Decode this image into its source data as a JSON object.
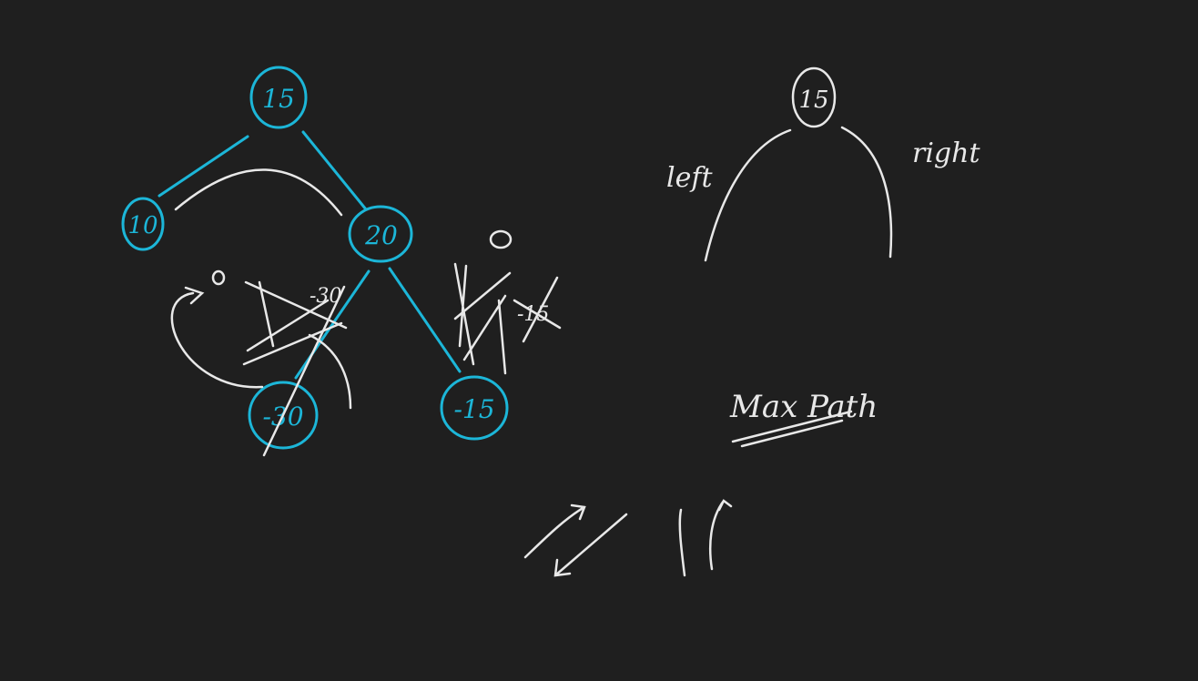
{
  "colors": {
    "background": "#1f1f1f",
    "tree": "#1cb6d8",
    "ink": "#e8e8e8"
  },
  "tree": {
    "nodes": [
      {
        "id": "n15",
        "label": "15"
      },
      {
        "id": "n10",
        "label": "10"
      },
      {
        "id": "n20",
        "label": "20"
      },
      {
        "id": "nm30",
        "label": "-30"
      },
      {
        "id": "nm15",
        "label": "-15"
      }
    ],
    "edges": [
      [
        "n15",
        "n10"
      ],
      [
        "n15",
        "n20"
      ],
      [
        "n20",
        "nm30"
      ],
      [
        "n20",
        "nm15"
      ]
    ]
  },
  "annotations": {
    "zero_left": "0",
    "zero_right": "0",
    "scribble_left": "-30",
    "scribble_right": "-15"
  },
  "recursion": {
    "root_label": "15",
    "left_label": "left",
    "right_label": "right"
  },
  "heading": {
    "text": "Max Path"
  }
}
